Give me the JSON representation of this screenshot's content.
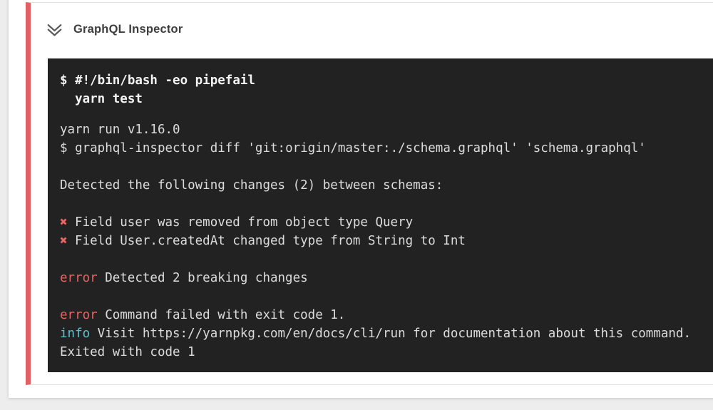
{
  "page": {
    "background_color": "#ededed",
    "card_color": "#ffffff"
  },
  "step": {
    "title": "GraphQL Inspector",
    "collapse_icon": "double-chevron-down-icon",
    "status_stripe_color": "#e25f64"
  },
  "colors": {
    "terminal_background": "#222222",
    "terminal_text": "#dcdcdc",
    "error_red": "#e86461",
    "info_cyan": "#5ec1cb"
  },
  "terminal": {
    "command": [
      "$ #!/bin/bash -eo pipefail",
      "  yarn test"
    ],
    "output": {
      "yarn_version": "yarn run v1.16.0",
      "diff_command": "$ graphql-inspector diff 'git:origin/master:./schema.graphql' 'schema.graphql'",
      "summary": "Detected the following changes (2) between schemas:",
      "breaking_mark": "✖",
      "changes": [
        "Field user was removed from object type Query",
        "Field User.createdAt changed type from String to Int"
      ],
      "error_label": "error",
      "error_breaking": "Detected 2 breaking changes",
      "error_exit": "Command failed with exit code 1.",
      "info_label": "info",
      "info_text": "Visit https://yarnpkg.com/en/docs/cli/run for documentation about this command.",
      "exited": "Exited with code 1"
    }
  }
}
